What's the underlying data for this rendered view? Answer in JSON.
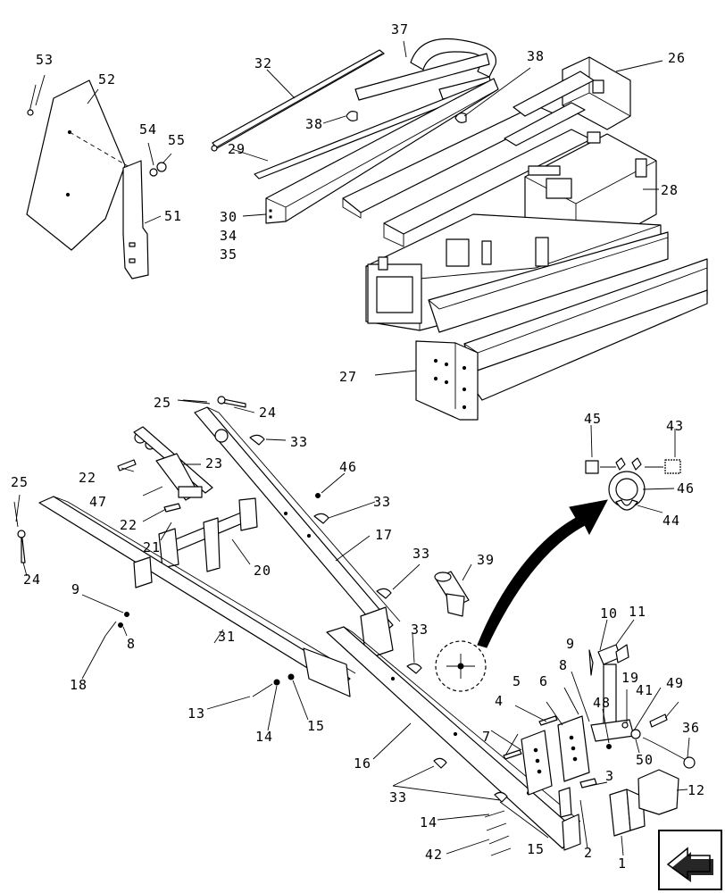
{
  "diagram": {
    "type": "exploded-parts-drawing",
    "labels": {
      "p1": "1",
      "p2": "2",
      "p3": "3",
      "p4": "4",
      "p5": "5",
      "p6": "6",
      "p7": "7",
      "p8a": "8",
      "p8b": "8",
      "p9a": "9",
      "p9b": "9",
      "p10": "10",
      "p11": "11",
      "p12": "12",
      "p13": "13",
      "p14a": "14",
      "p14b": "14",
      "p15a": "15",
      "p15b": "15",
      "p16": "16",
      "p17": "17",
      "p18": "18",
      "p19": "19",
      "p20": "20",
      "p21": "21",
      "p22a": "22",
      "p22b": "22",
      "p23": "23",
      "p24a": "24",
      "p24b": "24",
      "p25a": "25",
      "p25b": "25",
      "p26": "26",
      "p27": "27",
      "p28": "28",
      "p29": "29",
      "p30": "30",
      "p31": "31",
      "p32": "32",
      "p33a": "33",
      "p33b": "33",
      "p33c": "33",
      "p33d": "33",
      "p33e": "33",
      "p34": "34",
      "p35": "35",
      "p36": "36",
      "p37": "37",
      "p38a": "38",
      "p38b": "38",
      "p39": "39",
      "p41": "41",
      "p42": "42",
      "p43": "43",
      "p44": "44",
      "p45": "45",
      "p46a": "46",
      "p46b": "46",
      "p47": "47",
      "p48": "48",
      "p49": "49",
      "p50": "50",
      "p51": "51",
      "p52": "52",
      "p53": "53",
      "p54": "54",
      "p55": "55"
    }
  },
  "navigation": {
    "icon": "next-page-arrow-icon"
  }
}
